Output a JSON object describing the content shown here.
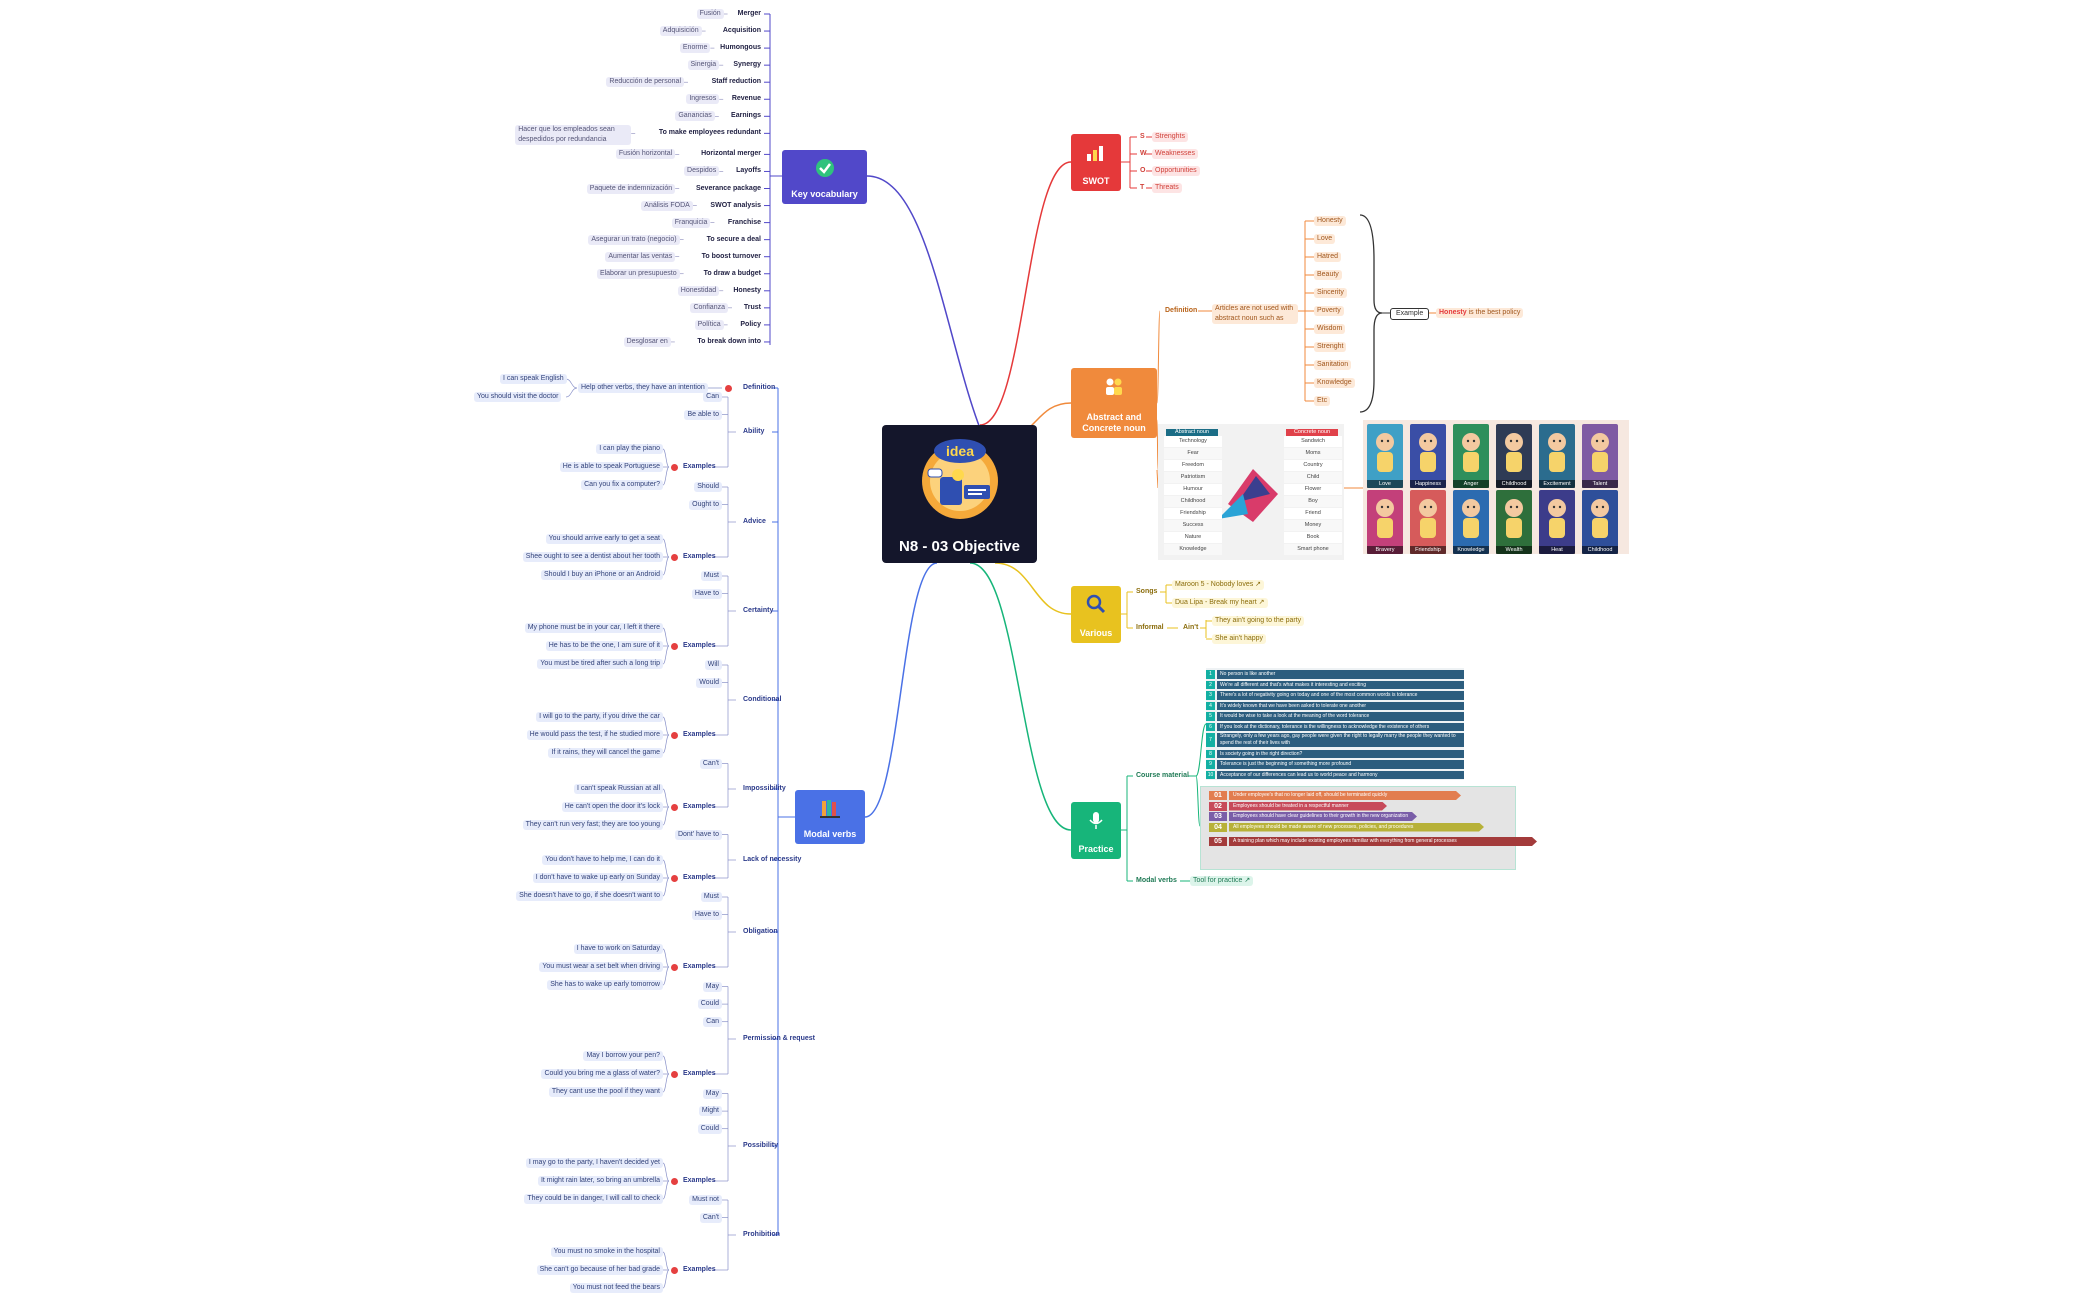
{
  "central": {
    "title": "N8 - 03 Objective",
    "logo_text": "idea"
  },
  "branches": {
    "key_vocabulary": "Key vocabulary",
    "modal_verbs": "Modal verbs",
    "swot": "SWOT",
    "abstract": "Abstract and Concrete noun",
    "various": "Various",
    "practice": "Practice"
  },
  "vocab": [
    {
      "en": "Merger",
      "es": "Fusión"
    },
    {
      "en": "Acquisition",
      "es": "Adquisición"
    },
    {
      "en": "Humongous",
      "es": "Enorme"
    },
    {
      "en": "Synergy",
      "es": "Sinergia"
    },
    {
      "en": "Staff reduction",
      "es": "Reducción de personal"
    },
    {
      "en": "Revenue",
      "es": "Ingresos"
    },
    {
      "en": "Earnings",
      "es": "Ganancias"
    },
    {
      "en": "To make employees redundant",
      "es": "Hacer que los empleados sean despedidos por redundancia"
    },
    {
      "en": "Horizontal merger",
      "es": "Fusión horizontal"
    },
    {
      "en": "Layoffs",
      "es": "Despidos"
    },
    {
      "en": "Severance package",
      "es": "Paquete de indemnización"
    },
    {
      "en": "SWOT analysis",
      "es": "Análisis FODA"
    },
    {
      "en": "Franchise",
      "es": "Franquicia"
    },
    {
      "en": "To secure a deal",
      "es": "Asegurar un trato (negocio)"
    },
    {
      "en": "To boost turnover",
      "es": "Aumentar las ventas"
    },
    {
      "en": "To draw a budget",
      "es": "Elaborar un presupuesto"
    },
    {
      "en": "Honesty",
      "es": "Honestidad"
    },
    {
      "en": "Trust",
      "es": "Confianza"
    },
    {
      "en": "Policy",
      "es": "Política"
    },
    {
      "en": "To break down into",
      "es": "Desglosar en"
    }
  ],
  "modal_groups": [
    {
      "label": "Definition",
      "items": [
        "Help other verbs, they have an intention"
      ],
      "examples": [
        "I can speak English",
        "You should visit the doctor"
      ],
      "examples_label": ""
    },
    {
      "label": "Ability",
      "items": [
        "Can",
        "Be able to"
      ],
      "examples_label": "Examples",
      "examples": [
        "I can play the piano",
        "He is able to speak Portuguese",
        "Can you fix a computer?"
      ]
    },
    {
      "label": "Advice",
      "items": [
        "Should",
        "Ought to"
      ],
      "examples_label": "Examples",
      "examples": [
        "You should arrive early to get a seat",
        "Shee ought to see a dentist about her tooth",
        "Should I buy an iPhone or an Android"
      ]
    },
    {
      "label": "Certainty",
      "items": [
        "Must",
        "Have to"
      ],
      "examples_label": "Examples",
      "examples": [
        "My phone must be in your car, I left it there",
        "He has to be the one, I am sure of it",
        "You must be tired after such a long trip"
      ]
    },
    {
      "label": "Conditional",
      "items": [
        "Will",
        "Would"
      ],
      "examples_label": "Examples",
      "examples": [
        "I will go to the party, if you drive the car",
        "He would pass the test, if he studied more",
        "If it rains, they will cancel the game"
      ]
    },
    {
      "label": "Impossibility",
      "items": [
        "Can't"
      ],
      "examples_label": "Examples",
      "examples": [
        "I can't speak Russian at all",
        "He can't open the door it's lock",
        "They can't run very fast; they are too young"
      ]
    },
    {
      "label": "Lack of necessity",
      "items": [
        "Dont' have to"
      ],
      "examples_label": "Examples",
      "examples": [
        "You don't have to help me, I can do it",
        "I don't have to wake up early on Sunday",
        "She doesn't have to go, if she doesn't want to"
      ]
    },
    {
      "label": "Obligation",
      "items": [
        "Must",
        "Have to"
      ],
      "examples_label": "Examples",
      "examples": [
        "I have to work on Saturday",
        "You must wear a set belt when driving",
        "She has to wake up early tomorrow"
      ]
    },
    {
      "label": "Permission & request",
      "items": [
        "May",
        "Could",
        "Can"
      ],
      "examples_label": "Examples",
      "examples": [
        "May I borrow your pen?",
        "Could you bring me a glass of water?",
        "They cant use the pool if they want"
      ]
    },
    {
      "label": "Possibility",
      "items": [
        "May",
        "Might",
        "Could"
      ],
      "examples_label": "Examples",
      "examples": [
        "I may go to the party, I haven't decided yet",
        "It might rain later, so bring an umbrella",
        "They could be in danger, I will call to check"
      ]
    },
    {
      "label": "Prohibition",
      "items": [
        "Must not",
        "Can't"
      ],
      "examples_label": "Examples",
      "examples": [
        "You must no smoke in the hospital",
        "She can't go because of her bad grade",
        "You must not feed the bears"
      ]
    }
  ],
  "swot": [
    {
      "letter": "S",
      "word": "Strenghts"
    },
    {
      "letter": "W",
      "word": "Weaknesses"
    },
    {
      "letter": "O",
      "word": "Opportunities"
    },
    {
      "letter": "T",
      "word": "Threats"
    }
  ],
  "abstract": {
    "definition_label": "Definition",
    "definition_text": "Articles are not used with abstract noun such as",
    "words": [
      "Honesty",
      "Love",
      "Hatred",
      "Beauty",
      "Sincerity",
      "Poverty",
      "Wisdom",
      "Strenght",
      "Sanitation",
      "Knowledge",
      "Etc"
    ],
    "example_label": "Example",
    "example_bold": "Honesty",
    "example_rest": " is the best policy",
    "table_headers": [
      "Abstract noun",
      "Concrete noun"
    ],
    "table_abstract": [
      "Technology",
      "Fear",
      "Freedom",
      "Patriotism",
      "Humour",
      "Childhood",
      "Friendship",
      "Success",
      "Nature",
      "Knowledge"
    ],
    "table_concrete": [
      "Sandwich",
      "Moms",
      "Country",
      "Child",
      "Flower",
      "Boy",
      "Friend",
      "Money",
      "Book",
      "Smart phone"
    ],
    "pictures": [
      "Love",
      "Happiness",
      "Anger",
      "Childhood",
      "Excitement",
      "Talent",
      "Bravery",
      "Friendship",
      "Knowledge",
      "Wealth",
      "Heat",
      "Childhood"
    ]
  },
  "various": {
    "songs_label": "Songs",
    "songs": [
      "Maroon 5 - Nobody loves",
      "Dua Lipa - Break my heart"
    ],
    "informal_label": "Informal",
    "aint_label": "Ain't",
    "aint_examples": [
      "They ain't going to the party",
      "She ain't happy"
    ]
  },
  "practice": {
    "course_label": "Course material",
    "modal_label": "Modal verbs",
    "tool": "Tool for practice",
    "course_rows": [
      "No person is like another",
      "We're all different and that's what makes it interesting and exciting",
      "There's a lot of negativity going on today and one of the most common words is tolerance",
      "It's widely known that we have been asked to tolerate one another",
      "It would be wise to take a look at the meaning of the word tolerance",
      "If you look at the dictionary, tolerance is the willingness to acknowledge the existence of others",
      "Strangely, only a few years ago, gay people were given the right to legally marry the people they wanted to spend the rest of their lives with",
      "Is society going in the right direction?",
      "Tolerance is just the beginning of something more profound",
      "Acceptance of our differences can lead us to world peace and harmony"
    ],
    "ribbon_numbers": [
      "01",
      "02",
      "03",
      "04",
      "05"
    ],
    "ribbon_rows": [
      "Under employee's that no longer laid off, should be terminated quickly",
      "Employees should be treated in a respectful manner",
      "Employees should have clear guidelines to their growth in the new organization",
      "All employees should be made aware of new processes, policies, and procedures",
      "A training plan which may include existing employees familiar with everything from general processes"
    ],
    "ribbon_colors": [
      "#e27d4f",
      "#c74a5a",
      "#7a5ea8",
      "#b7b138",
      "#a33b3b"
    ]
  },
  "colors": {
    "key_vocabulary": "#5148c9",
    "modal_verbs": "#4a71e6",
    "swot": "#e5393a",
    "abstract": "#f08a3c",
    "various": "#e8c21f",
    "practice": "#17b57a"
  }
}
